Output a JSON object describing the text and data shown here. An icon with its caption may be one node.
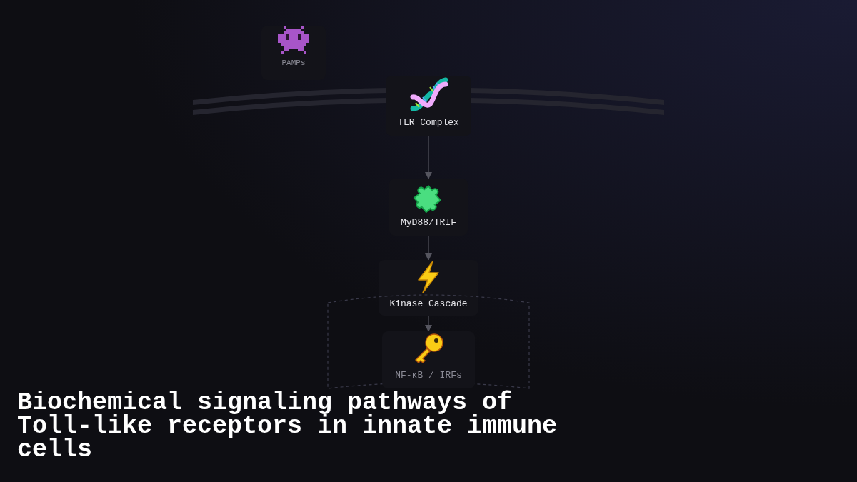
{
  "diagram": {
    "title": "Biochemical signaling pathways of Toll-like receptors in innate immune cells",
    "nodes": [
      {
        "text": [
          "PAMPs"
        ]
      },
      {
        "text": [
          "TLR Complex"
        ]
      },
      {
        "text": [
          "MyD88/TRIF"
        ]
      },
      {
        "text": [
          "Kinase Cascade"
        ]
      },
      {
        "text": [],
        "shape": "box"
      },
      {
        "text": [
          "NF-κB / IRFs"
        ],
        "in": 4
      }
    ],
    "edges": [
      {
        "from": 1,
        "to": 2,
        "arrow": "to"
      },
      {
        "from": 2,
        "to": 3,
        "arrow": "to"
      },
      {
        "from": 3,
        "to": 5,
        "arrow": "to"
      }
    ]
  }
}
